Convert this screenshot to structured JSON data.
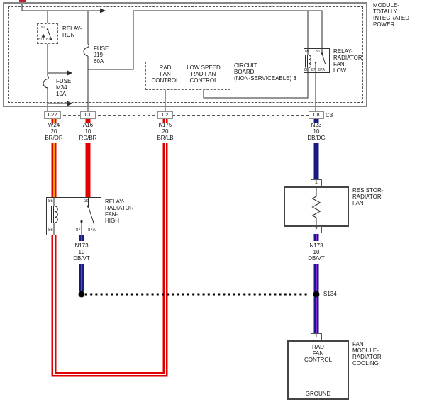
{
  "module": {
    "label_lines": [
      "MODULE-",
      "TOTALLY",
      "INTEGRATED",
      "POWER"
    ]
  },
  "relay_run": {
    "label_lines": [
      "RELAY-",
      "RUN"
    ],
    "pins": {
      "p30": "30",
      "p87": "87",
      "p87a": "87A"
    }
  },
  "fuse_j19": {
    "label_lines": [
      "FUSE",
      "J19",
      "60A"
    ]
  },
  "fuse_m34": {
    "label_lines": [
      "FUSE",
      "M34",
      "10A"
    ]
  },
  "circuit_board": {
    "label_lines": [
      "CIRCUIT",
      "BOARD",
      "(NON-SERVICEABLE) 3"
    ],
    "rad_fan_control_lines": [
      "RAD",
      "FAN",
      "CONTROL"
    ],
    "low_speed_lines": [
      "LOW SPEED",
      "RAD FAN",
      "CONTROL"
    ]
  },
  "relay_low": {
    "label_lines": [
      "RELAY-",
      "RADIATOR",
      "FAN",
      "LOW"
    ],
    "pins": {
      "p85": "85",
      "p30": "30",
      "p86": "86",
      "p87": "87",
      "p87a": "87A"
    }
  },
  "relay_high": {
    "label_lines": [
      "RELAY-",
      "RADIATOR",
      "FAN-",
      "HIGH"
    ],
    "pins": {
      "p85": "85",
      "p30": "30",
      "p86": "86",
      "p87": "87",
      "p87a": "87A"
    }
  },
  "connectors": {
    "c22": "C22",
    "c1": "C1",
    "c2": "C2",
    "c8": "C8",
    "c3": "C3"
  },
  "wires": {
    "w24": {
      "label_lines": [
        "W24",
        "20",
        "BR/OR"
      ]
    },
    "a16": {
      "label_lines": [
        "A16",
        "10",
        "RD/BR"
      ]
    },
    "k175": {
      "label_lines": [
        "K175",
        "20",
        "BR/LB"
      ]
    },
    "n23": {
      "label_lines": [
        "N23",
        "10",
        "DB/DG"
      ]
    },
    "n173_left": {
      "label_lines": [
        "N173",
        "10",
        "DB/VT"
      ]
    },
    "n173_right": {
      "label_lines": [
        "N173",
        "10",
        "DB/VT"
      ]
    }
  },
  "resistor": {
    "label_lines": [
      "RESISTOR-",
      "RADIATOR",
      "FAN"
    ],
    "pin1": "1",
    "pin2": "2"
  },
  "splice_s134": {
    "label": "S134"
  },
  "fan_module": {
    "label_lines": [
      "FAN",
      "MODULE-",
      "RADIATOR",
      "COOLING"
    ],
    "control_lines": [
      "RAD",
      "FAN",
      "CONTROL"
    ],
    "ground_label": "GROUND",
    "pin1": "1"
  },
  "colors": {
    "wire_red": "#e10000",
    "wire_orange": "#ff9e00",
    "wire_navy": "#191980",
    "wire_violet": "#8a2be2",
    "battery_stub_red": "#bf1e2e",
    "line_black": "#2b2b2b"
  }
}
